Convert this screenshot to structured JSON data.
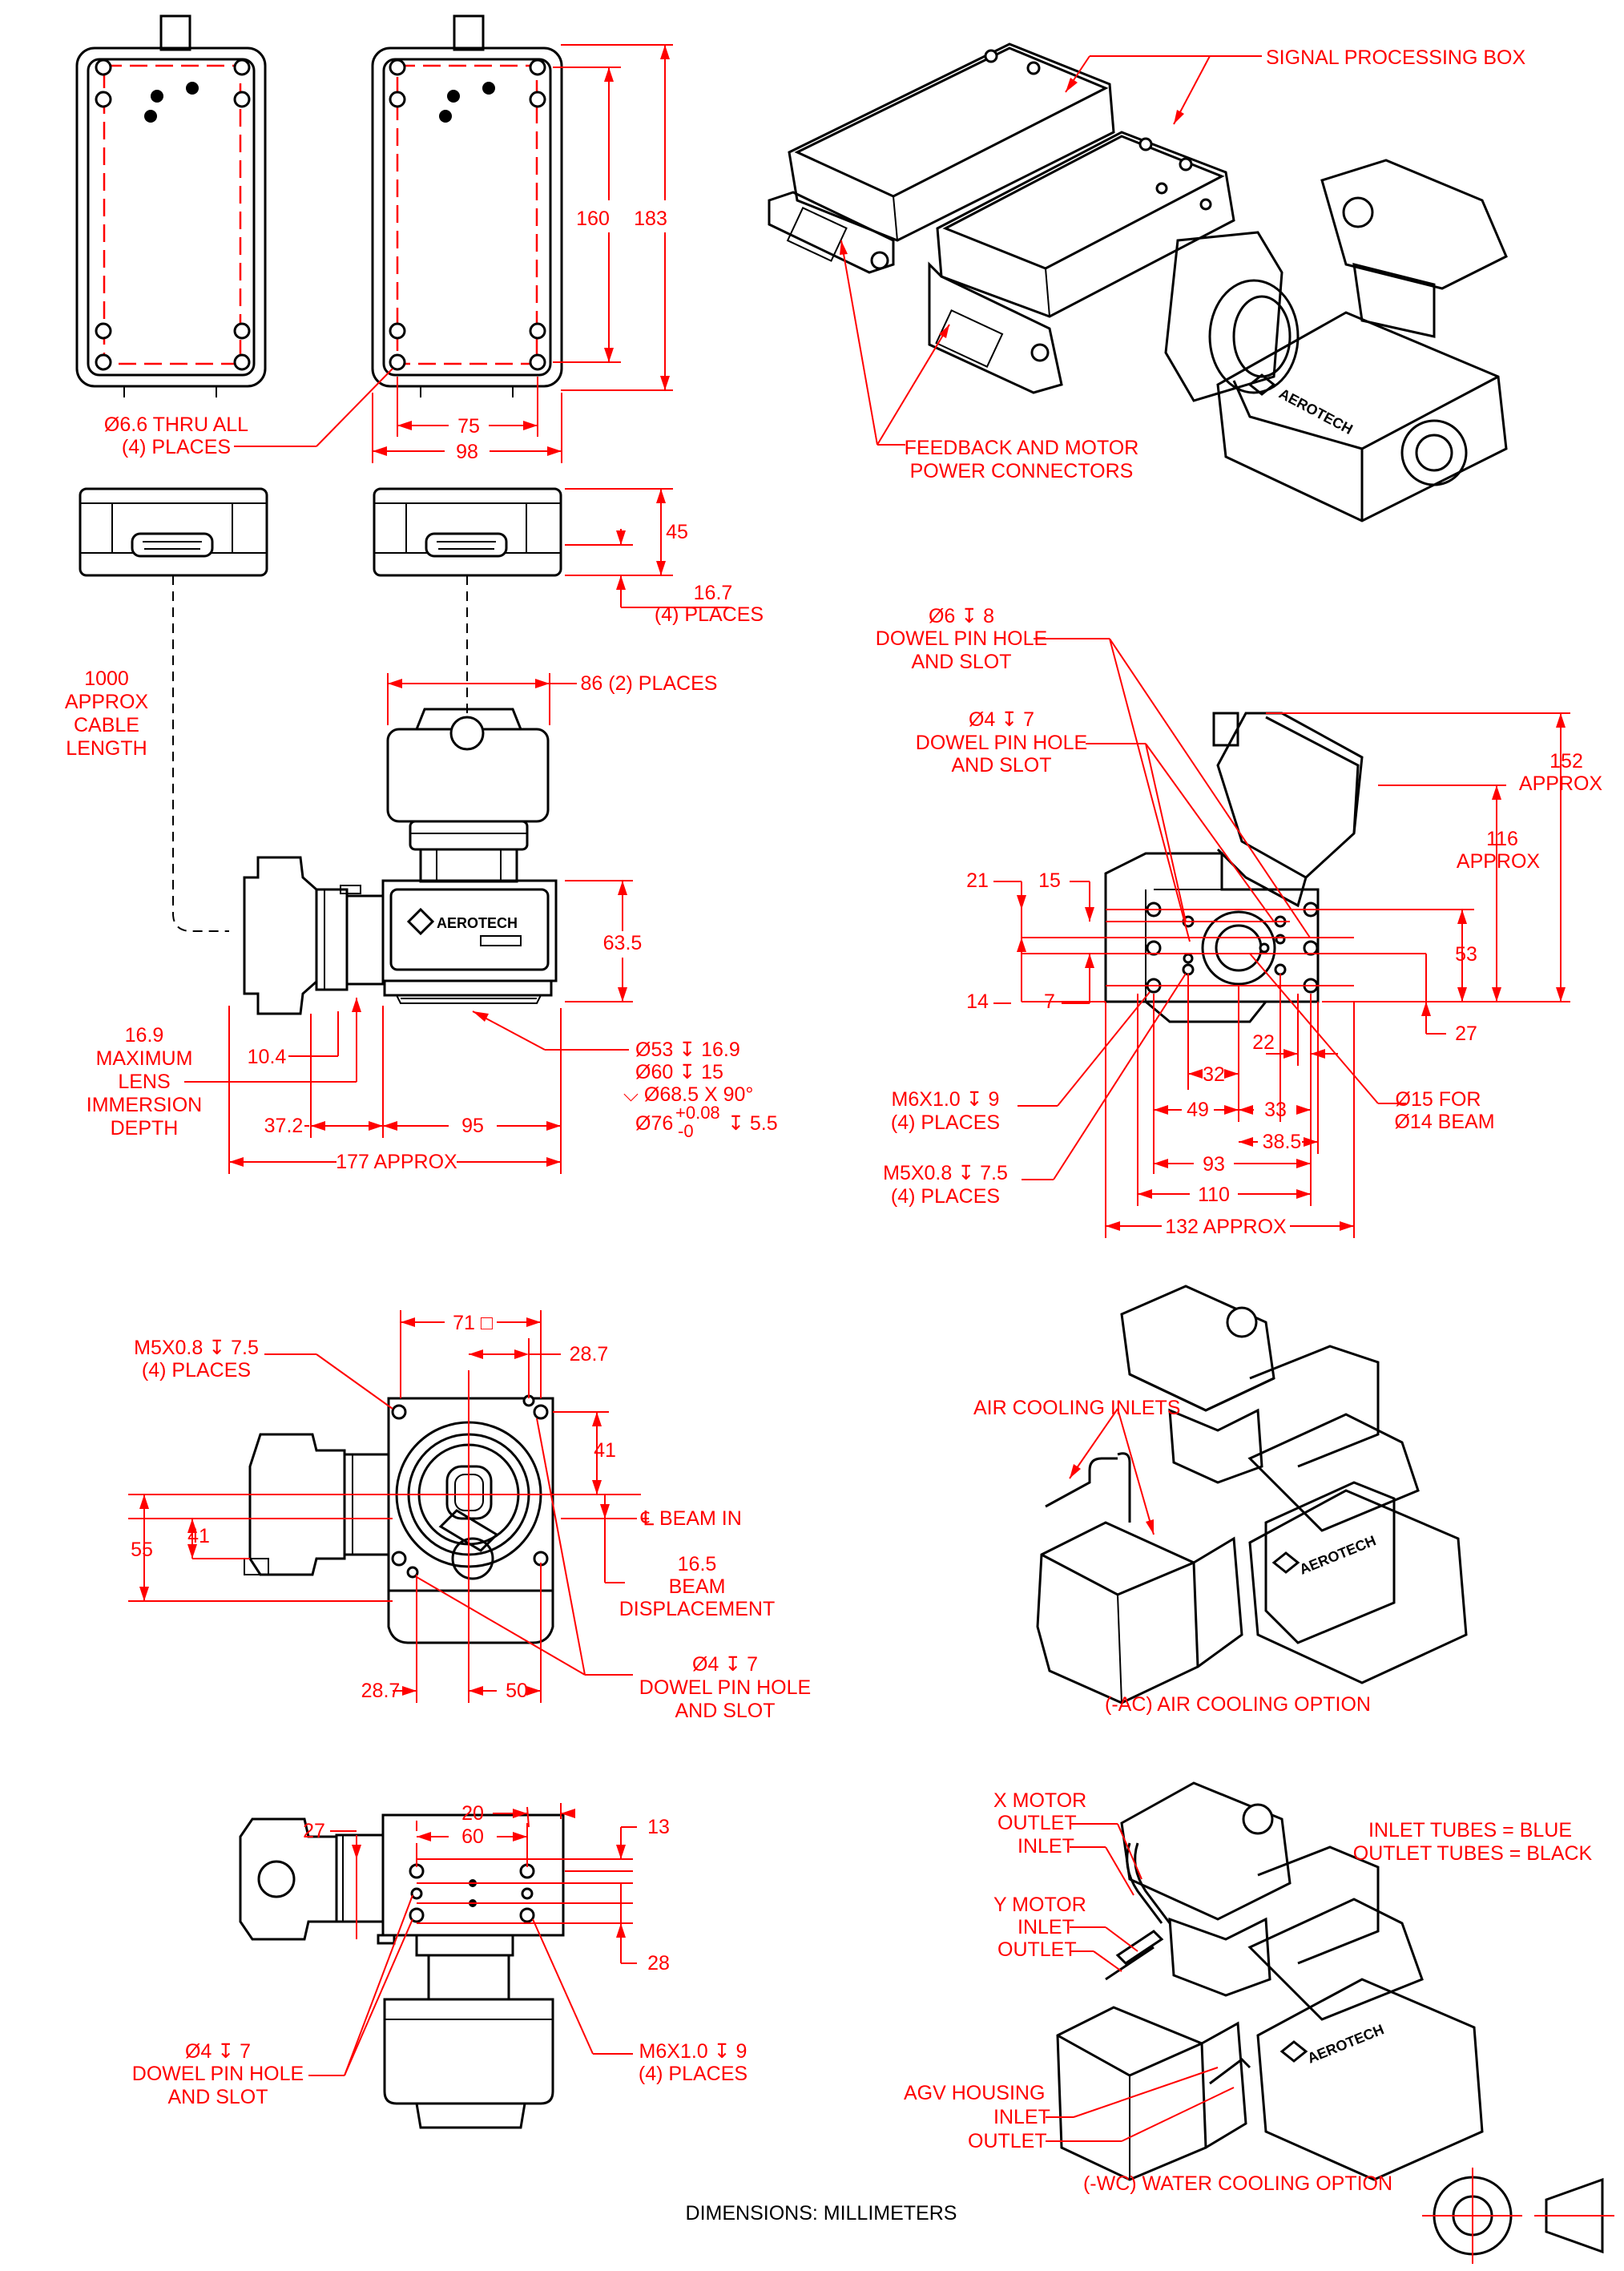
{
  "labels": {
    "signal_processing_box": "SIGNAL PROCESSING BOX",
    "feedback_connectors_1": "FEEDBACK AND MOTOR",
    "feedback_connectors_2": "POWER CONNECTORS",
    "thru_holes_1": "Ø6.6 THRU ALL",
    "thru_holes_2": "(4) PLACES",
    "dim_160": "160",
    "dim_183": "183",
    "dim_75": "75",
    "dim_98": "98",
    "dim_45": "45",
    "dim_16_7": "16.7",
    "dim_16_7_places": "(4) PLACES",
    "cable_1": "1000",
    "cable_2": "APPROX",
    "cable_3": "CABLE",
    "cable_4": "LENGTH",
    "dim_86": "86 (2) PLACES",
    "dim_63_5": "63.5",
    "lens_1": "16.9",
    "lens_2": "MAXIMUM",
    "lens_3": "LENS",
    "lens_4": "IMMERSION",
    "lens_5": "DEPTH",
    "dim_10_4": "10.4",
    "dim_37_2": "37.2",
    "dim_95": "95",
    "dim_177": "177 APPROX",
    "bore_1": "Ø53 ↧ 16.9",
    "bore_2": "Ø60 ↧ 15",
    "bore_3": "⌵ Ø68.5 X 90°",
    "bore_4a": "Ø76",
    "bore_4_tol_plus": "+0.08",
    "bore_4_tol_minus": "-0",
    "bore_4b": "↧ 5.5",
    "dowel6_1": "Ø6 ↧ 8",
    "dowel6_2": "DOWEL PIN HOLE",
    "dowel6_3": "AND SLOT",
    "dowel4_1": "Ø4 ↧ 7",
    "dowel4_2": "DOWEL PIN HOLE",
    "dowel4_3": "AND SLOT",
    "dim_152_1": "152",
    "dim_152_2": "APPROX",
    "dim_116_1": "116",
    "dim_116_2": "APPROX",
    "dim_21": "21",
    "dim_15": "15",
    "dim_53": "53",
    "dim_14": "14",
    "dim_7": "7",
    "dim_27": "27",
    "dim_22": "22",
    "dim_32": "32",
    "dim_49": "49",
    "dim_33": "33",
    "dim_38_5": "38.5",
    "dim_93": "93",
    "dim_110": "110",
    "dim_132": "132 APPROX",
    "m6_1": "M6X1.0 ↧ 9",
    "m6_2": "(4) PLACES",
    "m5_1": "M5X0.8 ↧ 7.5",
    "m5_2": "(4) PLACES",
    "beam15_1": "Ø15 FOR",
    "beam15_2": "Ø14 BEAM",
    "m5b_1": "M5X0.8 ↧ 7.5",
    "m5b_2": "(4) PLACES",
    "dim_71": "71 □",
    "dim_28_7a": "28.7",
    "dim_41a": "41",
    "dim_41b": "41",
    "dim_55": "55",
    "beam_in": "℄ BEAM IN",
    "disp_1": "16.5",
    "disp_2": "BEAM",
    "disp_3": "DISPLACEMENT",
    "dim_28_7b": "28.7",
    "dim_50": "50",
    "dowel4b_1": "Ø4 ↧ 7",
    "dowel4b_2": "DOWEL PIN HOLE",
    "dowel4b_3": "AND SLOT",
    "air_inlets": "AIR COOLING INLETS",
    "air_option": "(-AC) AIR COOLING OPTION",
    "xmotor": "X MOTOR",
    "xoutlet": "OUTLET",
    "xinlet": "INLET",
    "ymotor": "Y MOTOR",
    "yinlet": "INLET",
    "youtlet": "OUTLET",
    "tubes_1": "INLET TUBES = BLUE",
    "tubes_2": "OUTLET TUBES = BLACK",
    "agv": "AGV HOUSING",
    "agv_inlet": "INLET",
    "agv_outlet": "OUTLET",
    "water_option": "(-WC) WATER COOLING OPTION",
    "dim_27b": "27",
    "dim_20": "20",
    "dim_60": "60",
    "dim_13": "13",
    "dim_28": "28",
    "dowel4c_1": "Ø4 ↧ 7",
    "dowel4c_2": "DOWEL PIN HOLE",
    "dowel4c_3": "AND SLOT",
    "m6c_1": "M6X1.0 ↧ 9",
    "m6c_2": "(4) PLACES",
    "units": "DIMENSIONS:  MILLIMETERS"
  },
  "logo_text": "AEROTECH",
  "colors": {
    "dimension": "#ff0000",
    "linework": "#000000",
    "background": "#ffffff"
  }
}
